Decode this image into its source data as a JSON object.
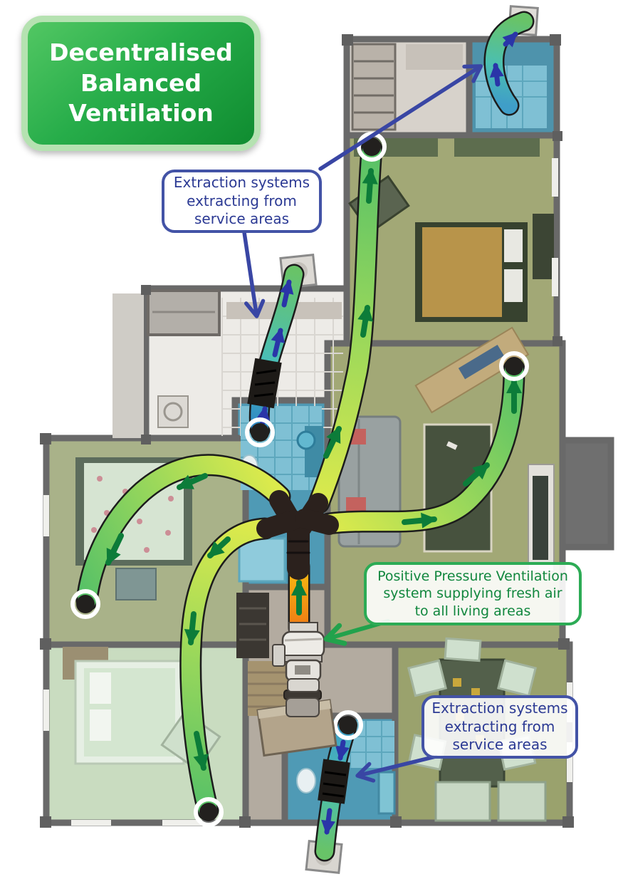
{
  "badge": {
    "line1": "Decentralised",
    "line2": "Balanced",
    "line3": "Ventilation"
  },
  "callout_extraction_top": {
    "line1": "Extraction systems",
    "line2": "extracting from",
    "line3": "service areas"
  },
  "callout_supply": {
    "line1": "Positive Pressure Ventilation",
    "line2": "system supplying fresh air",
    "line3": "to all living areas"
  },
  "callout_extraction_bottom": {
    "line1": "Extraction systems",
    "line2": "extracting from",
    "line3": "service areas"
  },
  "colors": {
    "badge_green_dark": "#0f8c30",
    "badge_green_light": "#52c763",
    "badge_border": "#b5e2b1",
    "callout_blue": "#4353a6",
    "callout_blue_text": "#2c3a94",
    "callout_green": "#2cab55",
    "callout_green_text": "#11873e",
    "supply_duct_yellow": "#dcea4c",
    "supply_duct_green": "#57c167",
    "extract_duct_blue": "#2f86c4",
    "extract_duct_teal": "#48bebb",
    "extract_duct_green": "#68c368",
    "heater_duct_orange": "#ee7a14",
    "airflow_arrow_green": "#0c7c39",
    "airflow_arrow_blue": "#2a35a8",
    "wall_gray": "#696969"
  }
}
